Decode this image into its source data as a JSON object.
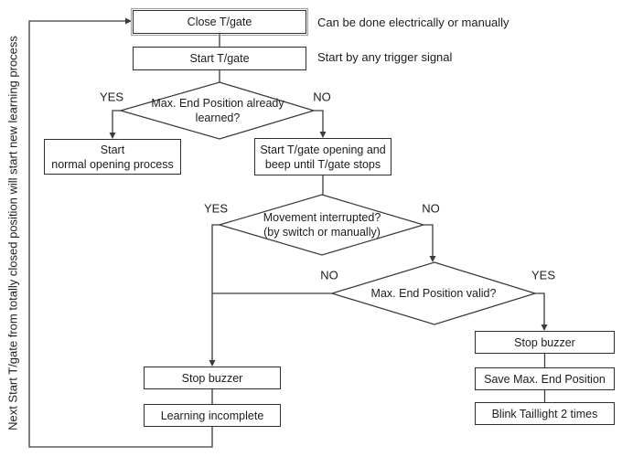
{
  "side_note": "Next Start T/gate from totally closed position will start new learning process",
  "nodes": {
    "close_tgate": {
      "label": "Close T/gate",
      "note": "Can be done electrically or manually"
    },
    "start_tgate": {
      "label": "Start T/gate",
      "note": "Start by any trigger signal"
    },
    "start_normal": {
      "line1": "Start",
      "line2": "normal opening process"
    },
    "start_opening": {
      "line1": "Start T/gate opening and",
      "line2": "beep until T/gate stops"
    },
    "stop_buzzer_left": {
      "label": "Stop buzzer"
    },
    "learning_incomplete": {
      "label": "Learning incomplete"
    },
    "stop_buzzer_right": {
      "label": "Stop buzzer"
    },
    "save_max_end_position": {
      "label": "Save Max. End Position"
    },
    "blink_taillight": {
      "label": "Blink Taillight 2 times"
    }
  },
  "decisions": {
    "d1": {
      "line1": "Max. End Position already",
      "line2": "learned?",
      "yes": "YES",
      "no": "NO"
    },
    "d2": {
      "line1": "Movement interrupted?",
      "line2": "(by switch or manually)",
      "yes": "YES",
      "no": "NO"
    },
    "d3": {
      "label": "Max. End Position valid?",
      "yes": "YES",
      "no": "NO"
    }
  },
  "colors": {
    "line": "#3c3c3c",
    "text": "#1c1c1c",
    "background": "#ffffff"
  }
}
